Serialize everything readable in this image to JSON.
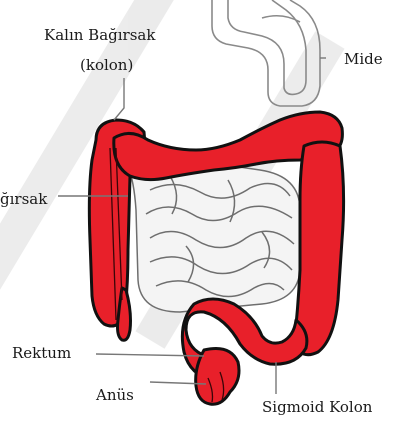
{
  "labels": {
    "large_intestine_line1": "Kalın Bağırsak",
    "large_intestine_line2": "(kolon)",
    "stomach": "Mide",
    "small_intestine_partial": "ğırsak",
    "rectum": "Rektum",
    "anus": "Anüs",
    "sigmoid_colon": "Sigmoid Kolon"
  },
  "colors": {
    "colon_fill": "#e8202a",
    "outline": "#111111",
    "small_intestine_stroke": "#6e6e6e",
    "leader_line": "#777777",
    "watermark": "#d9d9d9"
  }
}
